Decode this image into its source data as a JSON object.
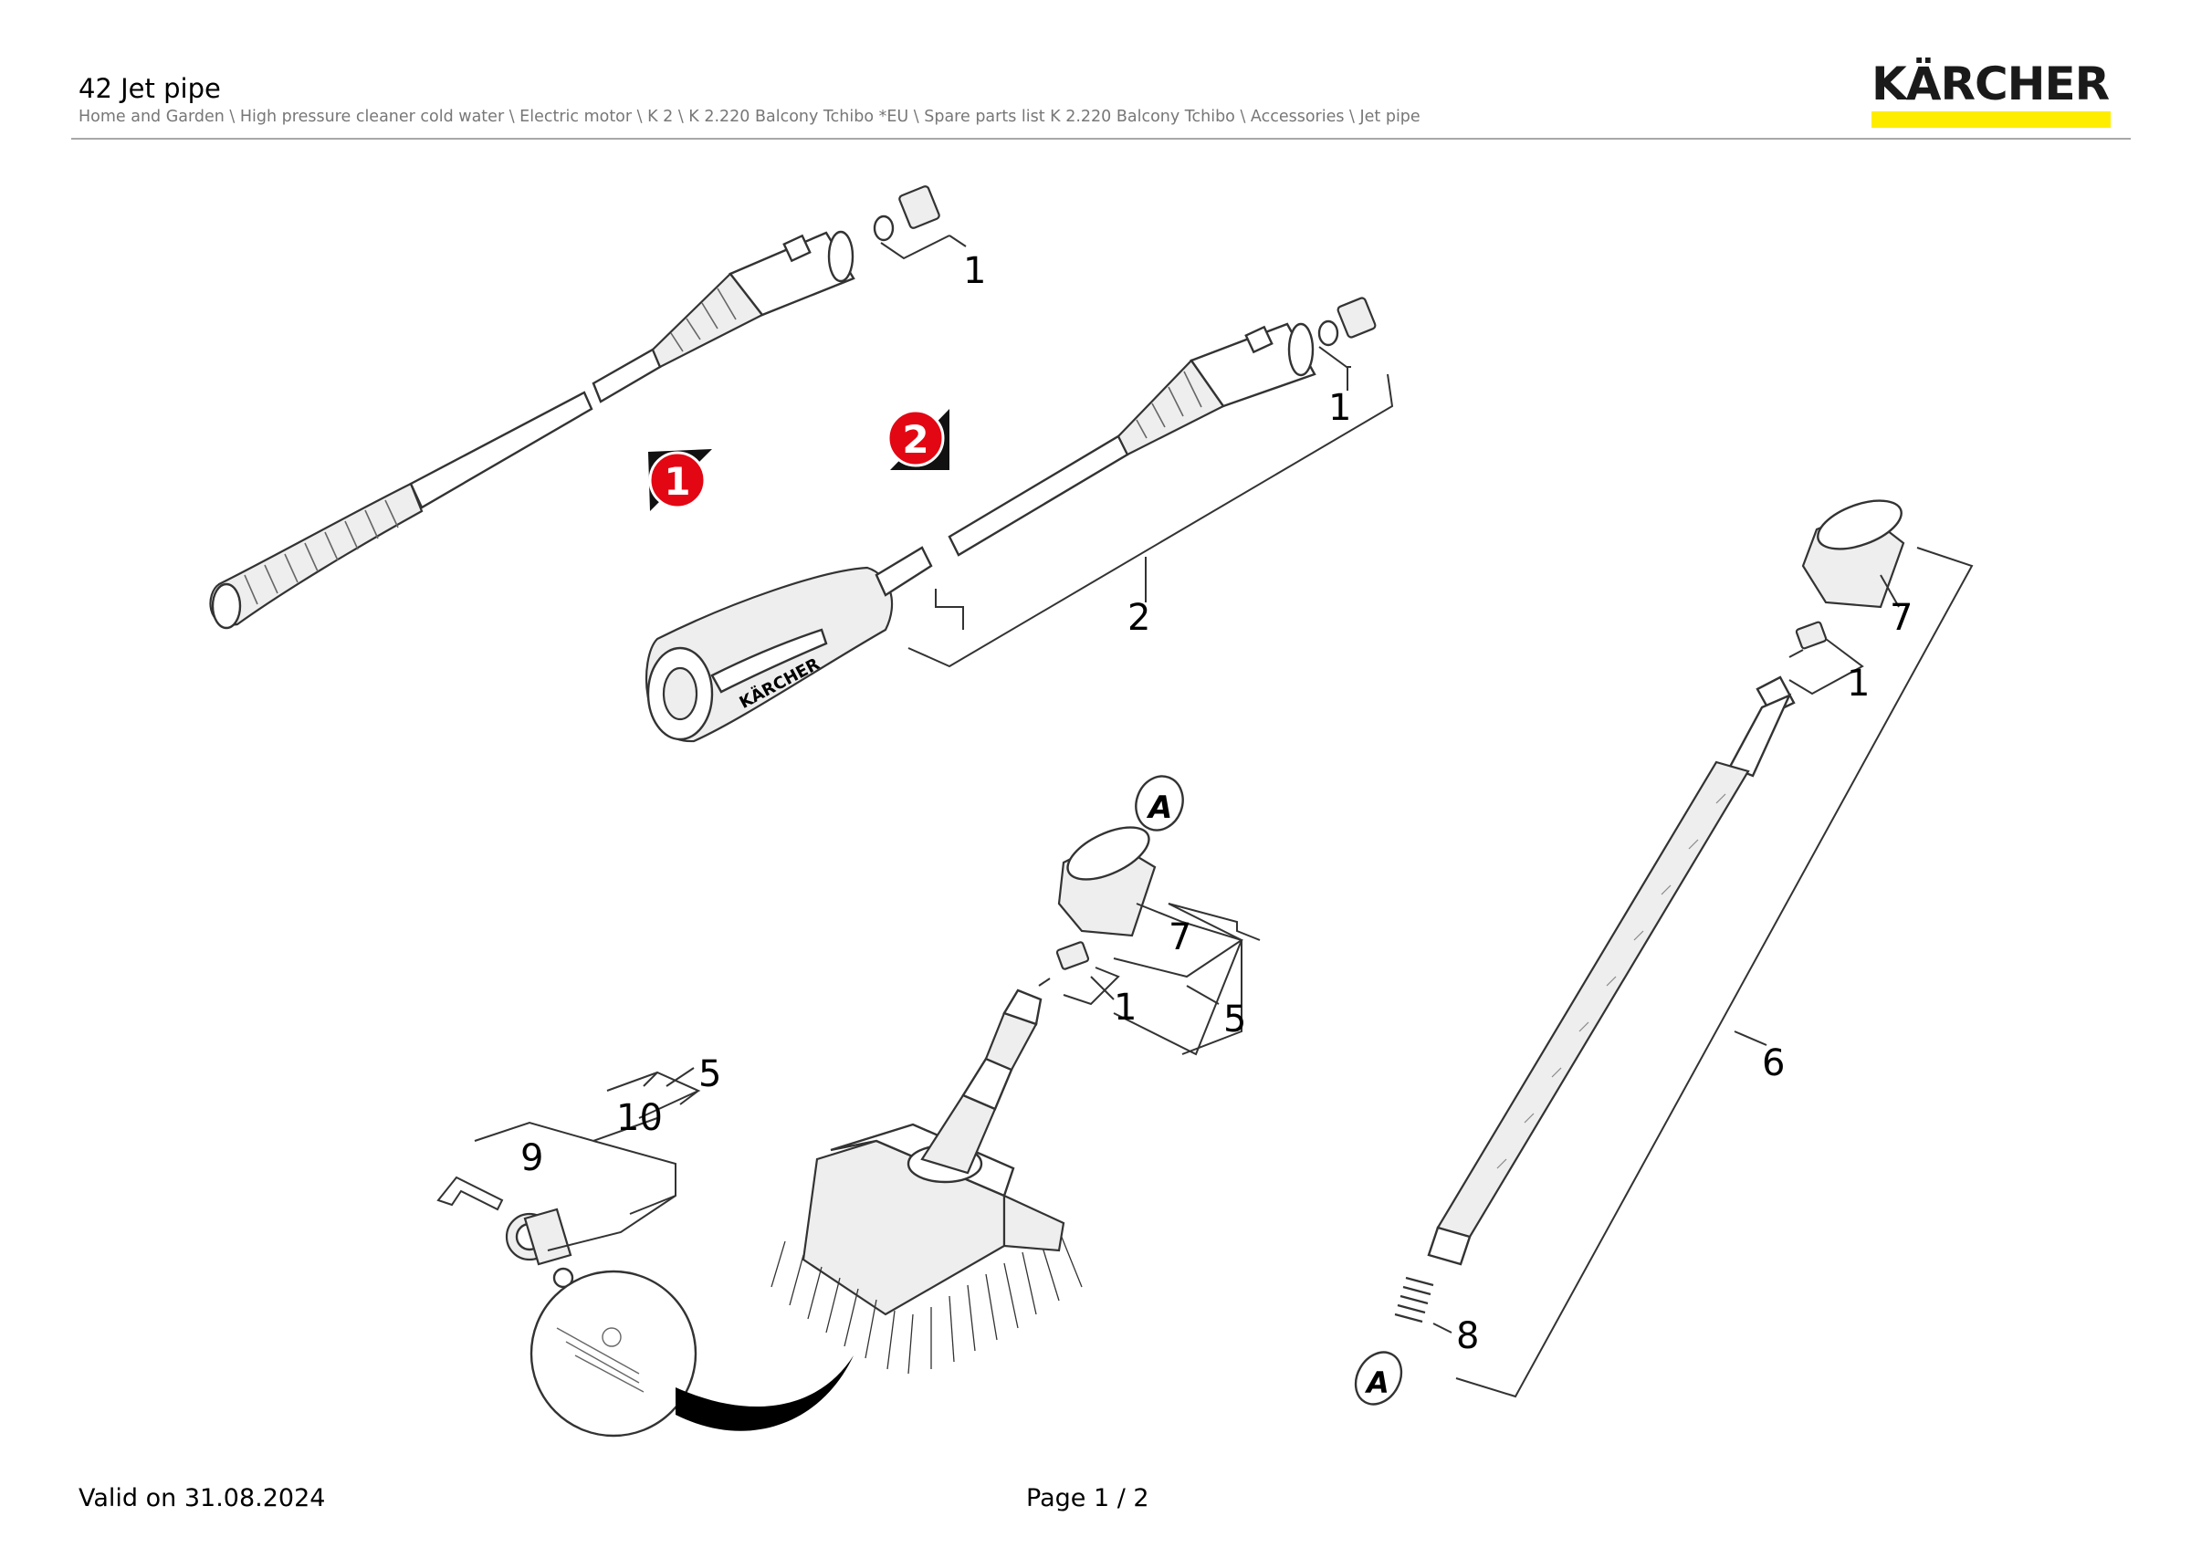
{
  "header": {
    "title": "42 Jet pipe",
    "breadcrumb": "Home and Garden \\ High pressure cleaner cold water \\ Electric motor \\ K 2 \\ K 2.220 Balcony Tchibo *EU \\ Spare parts list K 2.220 Balcony Tchibo \\ Accessories \\ Jet pipe"
  },
  "logo": {
    "text": "KÄRCHER",
    "bar_color": "#ffed00"
  },
  "diagram": {
    "variant_badges": [
      "1",
      "2"
    ],
    "badge_color": "#e30613",
    "reference_marks": [
      "A",
      "A"
    ],
    "brand_on_handle": "KÄRCHER",
    "position_labels": [
      "1",
      "1",
      "2",
      "7",
      "1",
      "6",
      "7",
      "1",
      "5",
      "5",
      "10",
      "9",
      "8"
    ]
  },
  "footer": {
    "valid": "Valid on 31.08.2024",
    "page": "Page 1 / 2"
  }
}
